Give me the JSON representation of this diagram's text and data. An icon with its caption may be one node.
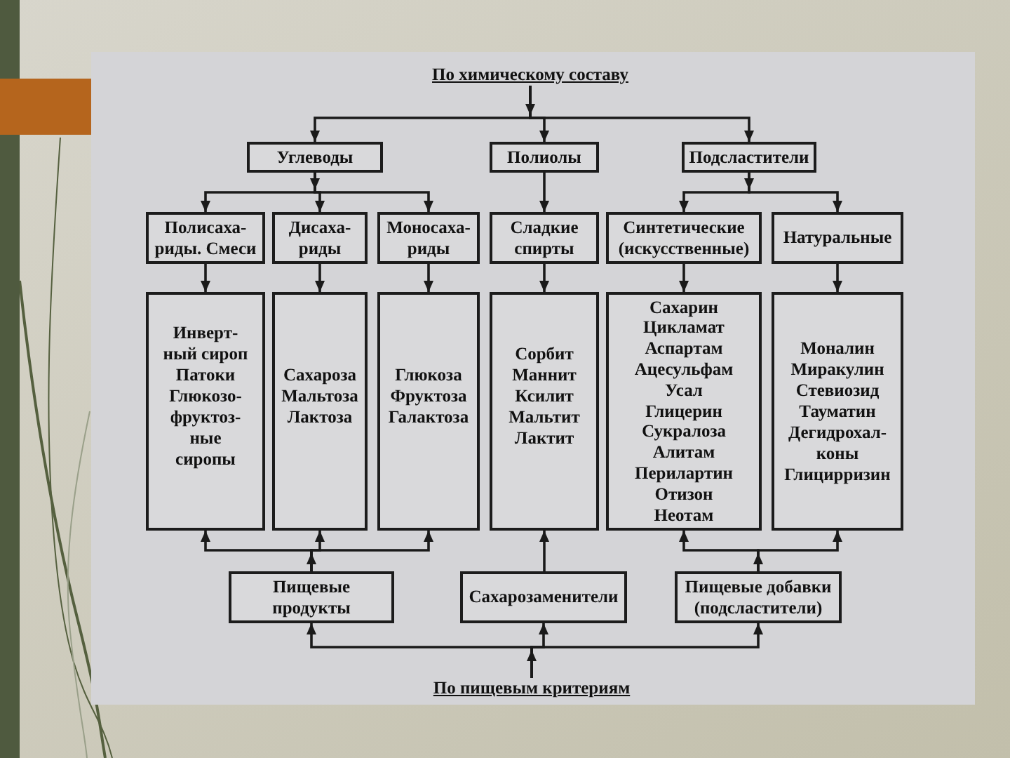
{
  "diagram": {
    "nodes": [
      {
        "text": [
          "По химическому составу"
        ]
      },
      {
        "text": [
          "Углеводы"
        ]
      },
      {
        "text": [
          "Полиолы"
        ]
      },
      {
        "text": [
          "Подсластители"
        ]
      },
      {
        "text": [
          "Полисаха- риды. Смеси"
        ]
      },
      {
        "text": [
          "Дисаха- риды"
        ]
      },
      {
        "text": [
          "Моносаха- риды"
        ]
      },
      {
        "text": [
          "Сладкие спирты"
        ]
      },
      {
        "text": [
          "Синтетические (искусственные)"
        ]
      },
      {
        "text": [
          "Натуральные"
        ]
      },
      {
        "text": [
          "Инверт- ный сироп",
          "Патоки",
          "Глюкозо- фруктоз- ные сиропы"
        ]
      },
      {
        "text": [
          "Сахароза",
          "Мальтоза",
          "Лактоза"
        ]
      },
      {
        "text": [
          "Глюкоза",
          "Фруктоза",
          "Галактоза"
        ]
      },
      {
        "text": [
          "Сорбит",
          "Маннит",
          "Ксилит",
          "Мальтит",
          "Лактит"
        ]
      },
      {
        "text": [
          "Сахарин",
          "Цикламат",
          "Аспартам",
          "Ацесульфам",
          "Усал",
          "Глицерин",
          "Сукралоза",
          "Алитам",
          "Перилартин",
          "Отизон",
          "Неотам"
        ]
      },
      {
        "text": [
          "Моналин",
          "Миракулин",
          "Стевиозид",
          "Тауматин",
          "Дегидрохал- коны",
          "Глицирризин"
        ]
      },
      {
        "text": [
          "Пищевые продукты"
        ]
      },
      {
        "text": [
          "Сахарозаменители"
        ]
      },
      {
        "text": [
          "Пищевые добавки (подсластители)"
        ]
      },
      {
        "text": [
          "По пищевым критериям"
        ]
      }
    ],
    "edges": [
      {
        "from": 0,
        "to": 1,
        "arrow": "to"
      },
      {
        "from": 0,
        "to": 2,
        "arrow": "to"
      },
      {
        "from": 0,
        "to": 3,
        "arrow": "to"
      },
      {
        "from": 1,
        "to": 4,
        "arrow": "to"
      },
      {
        "from": 1,
        "to": 5,
        "arrow": "to"
      },
      {
        "from": 1,
        "to": 6,
        "arrow": "to"
      },
      {
        "from": 2,
        "to": 7,
        "arrow": "to"
      },
      {
        "from": 3,
        "to": 8,
        "arrow": "to"
      },
      {
        "from": 3,
        "to": 9,
        "arrow": "to"
      },
      {
        "from": 4,
        "to": 10,
        "arrow": "to"
      },
      {
        "from": 5,
        "to": 11,
        "arrow": "to"
      },
      {
        "from": 6,
        "to": 12,
        "arrow": "to"
      },
      {
        "from": 7,
        "to": 13,
        "arrow": "to"
      },
      {
        "from": 8,
        "to": 14,
        "arrow": "to"
      },
      {
        "from": 9,
        "to": 15,
        "arrow": "to"
      },
      {
        "from": 16,
        "to": 10,
        "arrow": "to"
      },
      {
        "from": 16,
        "to": 11,
        "arrow": "to"
      },
      {
        "from": 16,
        "to": 12,
        "arrow": "to"
      },
      {
        "from": 17,
        "to": 13,
        "arrow": "to"
      },
      {
        "from": 18,
        "to": 14,
        "arrow": "to"
      },
      {
        "from": 18,
        "to": 15,
        "arrow": "to"
      },
      {
        "from": 19,
        "to": 16,
        "arrow": "to"
      },
      {
        "from": 19,
        "to": 17,
        "arrow": "to"
      },
      {
        "from": 19,
        "to": 18,
        "arrow": "to"
      }
    ]
  }
}
